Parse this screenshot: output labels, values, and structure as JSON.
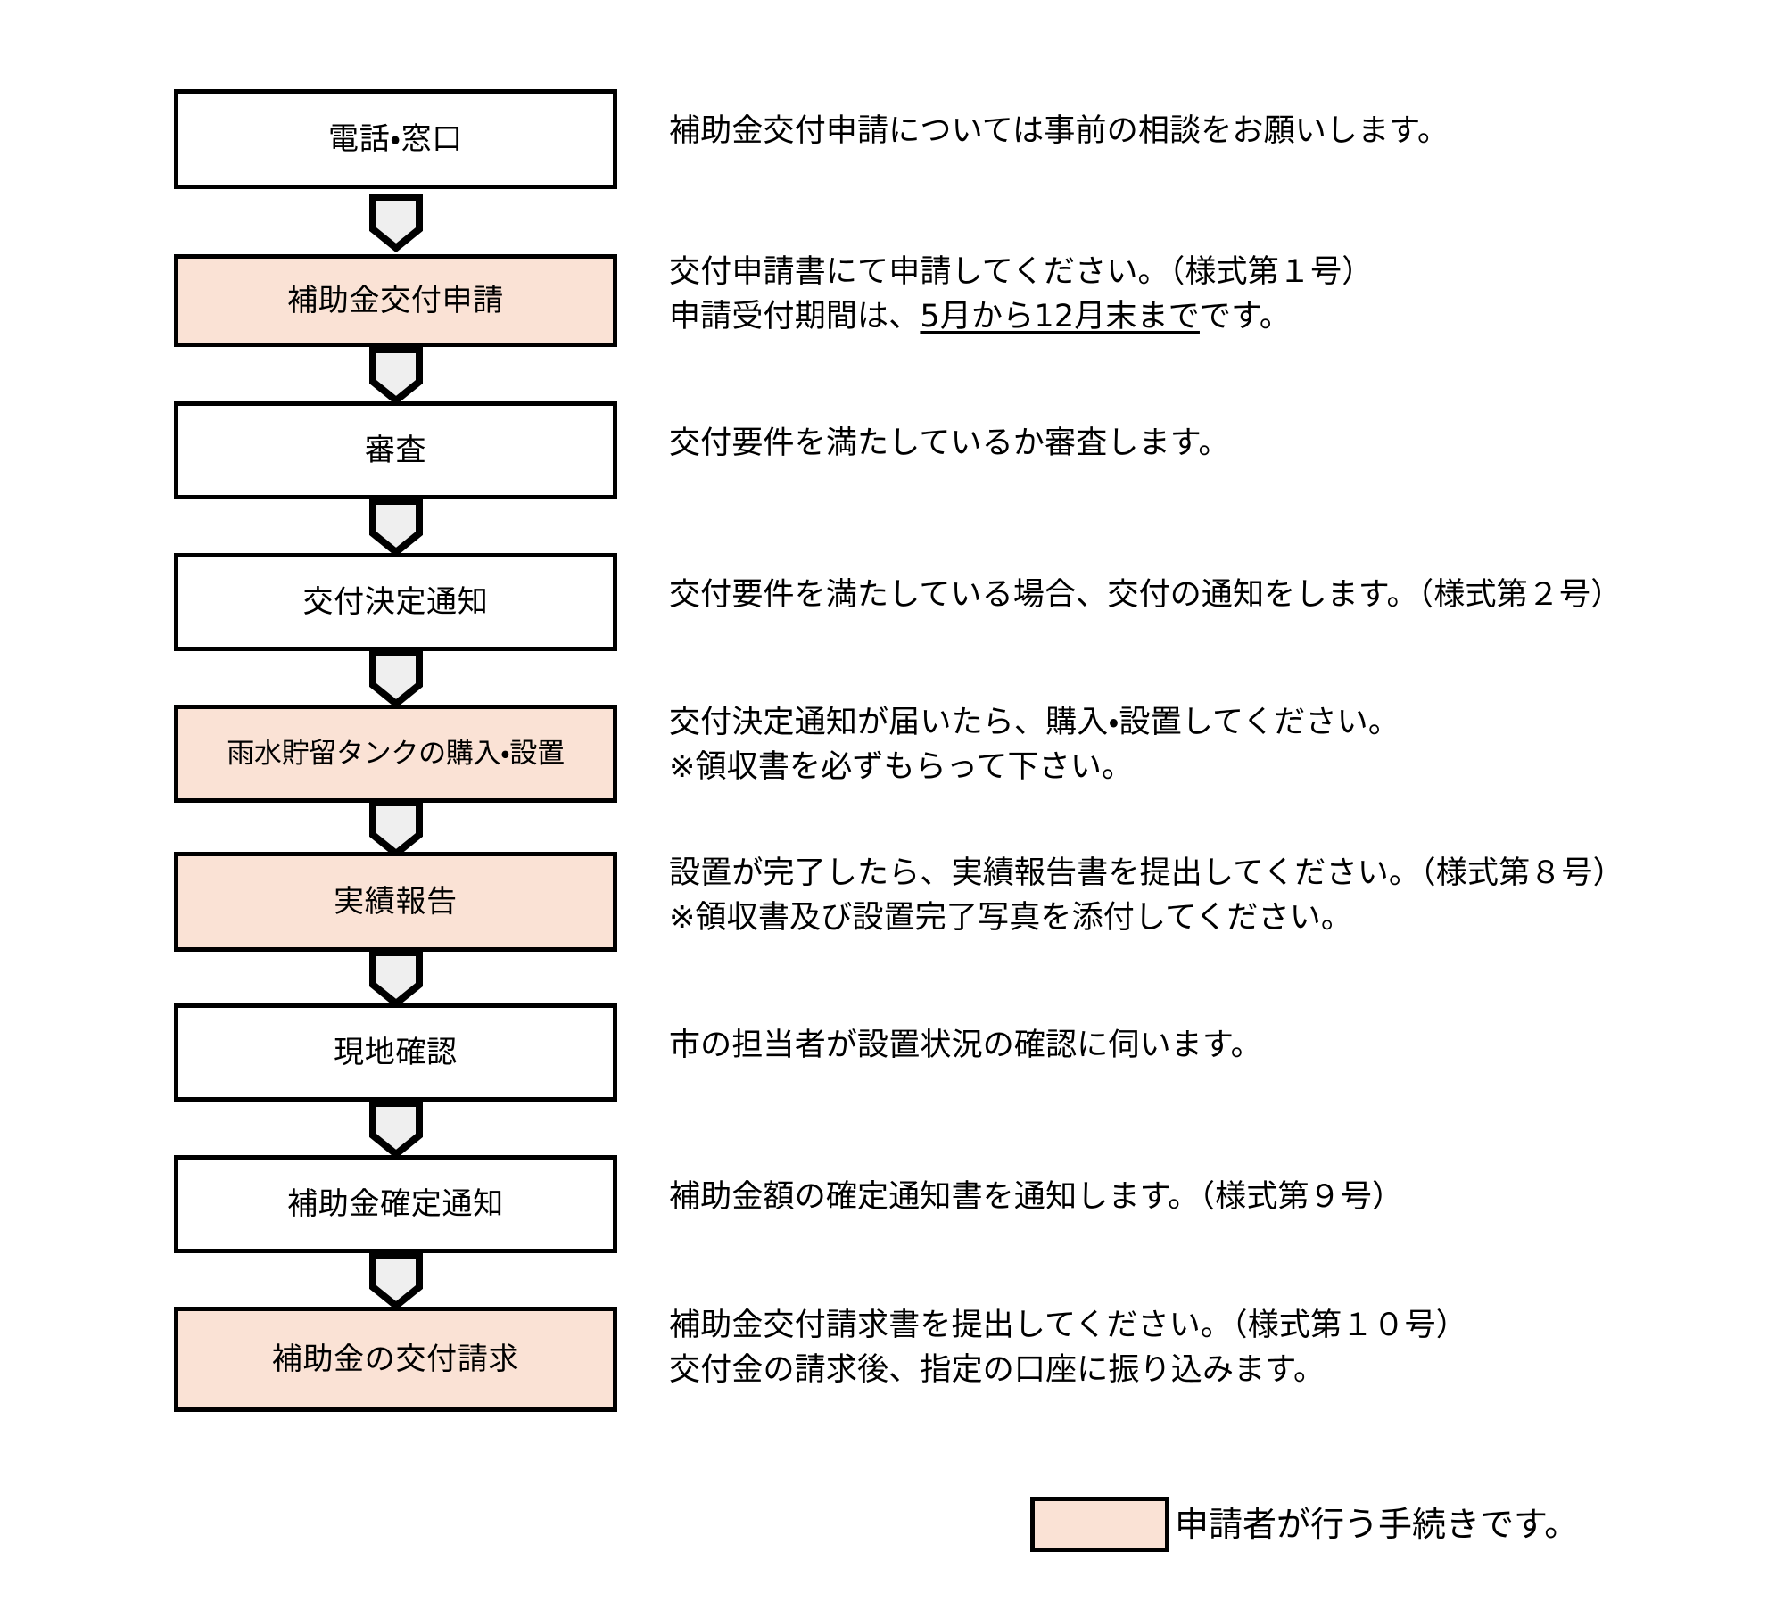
{
  "colors": {
    "applicant_fill": "#fae2d5",
    "node_fill": "#ffffff",
    "border": "#000000",
    "connector_fill": "#efefef",
    "text": "#000000"
  },
  "flow": {
    "steps": [
      {
        "id": "phone-counter",
        "label": "電話・窓口",
        "applicant": false,
        "description_lines": [
          {
            "text": "補助金交付申請については事前の相談をお願いします。",
            "underline": null
          }
        ]
      },
      {
        "id": "subsidy-grant-application",
        "label": "補助金交付申請",
        "applicant": true,
        "description_lines": [
          {
            "text": "交付申請書にて申請してください。（様式第１号）",
            "underline": null
          },
          {
            "pre": "申請受付期間は、",
            "underline": "5月から12月末まで",
            "post": "です。"
          }
        ]
      },
      {
        "id": "examination",
        "label": "審査",
        "applicant": false,
        "description_lines": [
          {
            "text": "交付要件を満たしているか審査します。",
            "underline": null
          }
        ]
      },
      {
        "id": "grant-decision-notice",
        "label": "交付決定通知",
        "applicant": false,
        "description_lines": [
          {
            "text": "交付要件を満たしている場合、交付の通知をします。（様式第２号）",
            "underline": null
          }
        ]
      },
      {
        "id": "tank-purchase-installation",
        "label": "雨水貯留タンクの購入・設置",
        "applicant": true,
        "description_lines": [
          {
            "text": "交付決定通知が届いたら、購入・設置してください。",
            "underline": null
          },
          {
            "text": "※領収書を必ずもらって下さい。",
            "underline": null
          }
        ]
      },
      {
        "id": "performance-report",
        "label": "実績報告",
        "applicant": true,
        "description_lines": [
          {
            "text": "設置が完了したら、実績報告書を提出してください。（様式第８号）",
            "underline": null
          },
          {
            "text": "※領収書及び設置完了写真を添付してください。",
            "underline": null
          }
        ]
      },
      {
        "id": "on-site-confirmation",
        "label": "現地確認",
        "applicant": false,
        "description_lines": [
          {
            "text": "市の担当者が設置状況の確認に伺います。",
            "underline": null
          }
        ]
      },
      {
        "id": "subsidy-determination-notice",
        "label": "補助金確定通知",
        "applicant": false,
        "description_lines": [
          {
            "text": "補助金額の確定通知書を通知します。（様式第９号）",
            "underline": null
          }
        ]
      },
      {
        "id": "subsidy-payment-request",
        "label": "補助金の交付請求",
        "applicant": true,
        "description_lines": [
          {
            "text": "補助金交付請求書を提出してください。（様式第１０号）",
            "underline": null
          },
          {
            "text": "交付金の請求後、指定の口座に振り込みます。",
            "underline": null
          }
        ]
      }
    ]
  },
  "legend": {
    "swatch_color": "#fae2d5",
    "text": "申請者が行う手続きです。"
  }
}
